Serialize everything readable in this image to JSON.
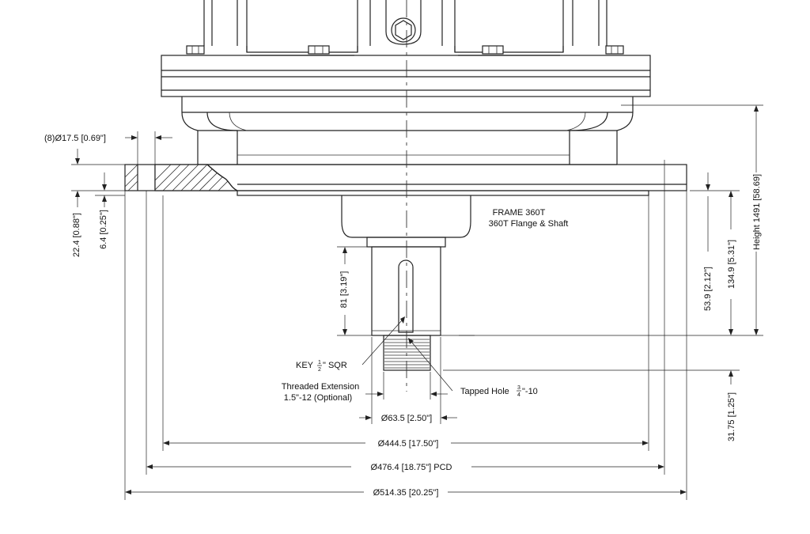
{
  "labels": {
    "hole_note": "(8)Ø17.5 [0.69\"]",
    "flange_thk": "22.4 [0.88\"]",
    "pilot_thk": "6.4 [0.25\"]",
    "shaft_len": "81 [3.19\"]",
    "frame_title": "FRAME 360T",
    "frame_subtitle": "360T Flange & Shaft",
    "key_prefix": "KEY ",
    "key_frac_num": "1",
    "key_frac_den": "2",
    "key_suffix": "\" SQR",
    "threaded_ext_line1": "Threaded Extension",
    "threaded_ext_line2": "1.5\"-12 (Optional)",
    "tapped_prefix": "Tapped Hole ",
    "tapped_frac_num": "3",
    "tapped_frac_den": "4",
    "tapped_suffix": "\"-10",
    "shaft_dia": "Ø63.5 [2.50\"]",
    "pilot_dia": "Ø444.5 [17.50\"]",
    "pcd_dia": "Ø476.4 [18.75\"] PCD",
    "outer_dia": "Ø514.35 [20.25\"]",
    "dim_53_9": "53.9 [2.12\"]",
    "dim_134_9": "134.9 [5.31\"]",
    "dim_height": "Height 1491 [58.69]",
    "dim_31_75": "31.75 [1.25\"]"
  }
}
